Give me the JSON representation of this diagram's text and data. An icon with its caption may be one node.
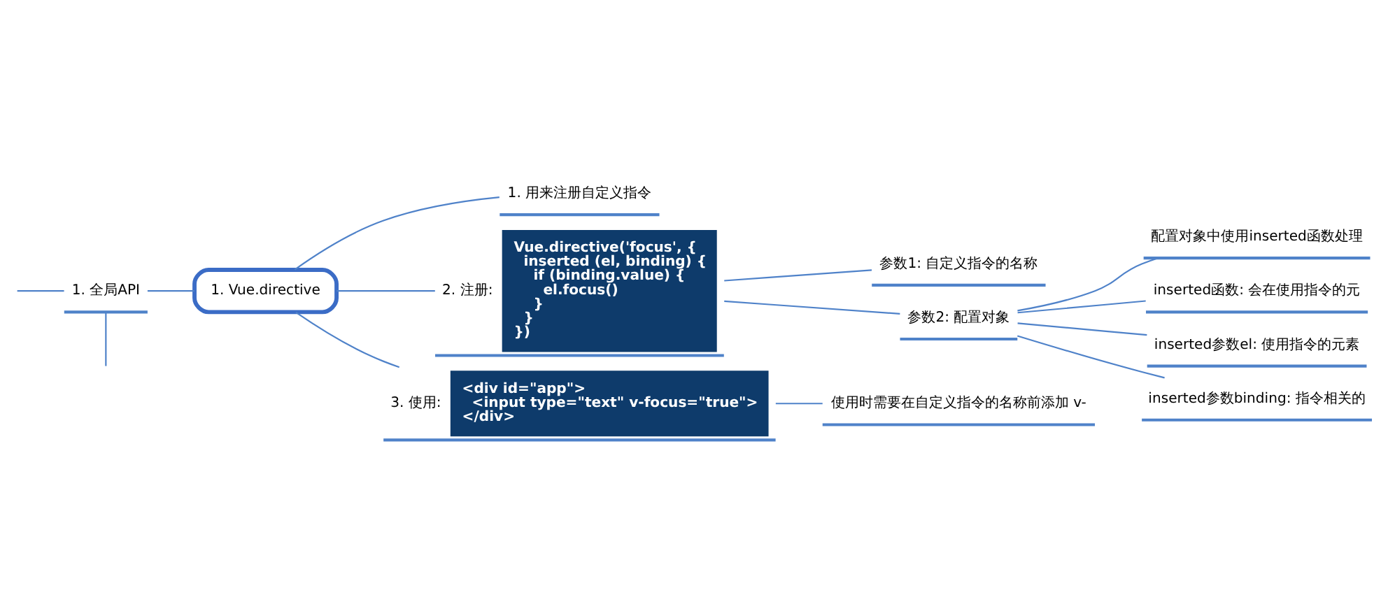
{
  "diagram": {
    "nodes": [
      {
        "text": [
          "1. 全局API"
        ]
      },
      {
        "text": [
          "1. Vue.directive"
        ]
      },
      {
        "text": [
          "1. 用来注册自定义指令"
        ]
      },
      {
        "text": [
          "2. 注册:",
          "Vue.directive('focus', {",
          "inserted (el, binding) {",
          "if (binding.value) {",
          "el.focus()",
          "}",
          "}",
          "})"
        ]
      },
      {
        "text": [
          "参数1: 自定义指令的名称"
        ]
      },
      {
        "text": [
          "参数2: 配置对象"
        ]
      },
      {
        "text": [
          "配置对象中使用inserted函数处理"
        ]
      },
      {
        "text": [
          "inserted函数: 会在使用指令的元"
        ]
      },
      {
        "text": [
          "inserted参数el: 使用指令的元素"
        ]
      },
      {
        "text": [
          "inserted参数binding: 指令相关的"
        ]
      },
      {
        "text": [
          "3. 使用:",
          "<div id=\"app\">",
          "<input type=\"text\" v-focus=\"true\">",
          "</div>"
        ]
      },
      {
        "text": [
          "使用时需要在自定义指令的名称前添加 v-"
        ]
      }
    ],
    "edges": [
      {
        "from": null,
        "to": 0,
        "arrow": "none"
      },
      {
        "from": 0,
        "to": 1,
        "arrow": "none"
      },
      {
        "from": 0,
        "to": null,
        "arrow": "none"
      },
      {
        "from": 1,
        "to": 2,
        "arrow": "none"
      },
      {
        "from": 1,
        "to": 3,
        "arrow": "none"
      },
      {
        "from": 1,
        "to": 10,
        "arrow": "none"
      },
      {
        "from": 3,
        "to": 4,
        "arrow": "none"
      },
      {
        "from": 3,
        "to": 5,
        "arrow": "none"
      },
      {
        "from": 5,
        "to": 6,
        "arrow": "none"
      },
      {
        "from": 5,
        "to": 7,
        "arrow": "none"
      },
      {
        "from": 5,
        "to": 8,
        "arrow": "none"
      },
      {
        "from": 5,
        "to": 9,
        "arrow": "none"
      },
      {
        "from": 10,
        "to": 11,
        "arrow": "none"
      }
    ]
  }
}
